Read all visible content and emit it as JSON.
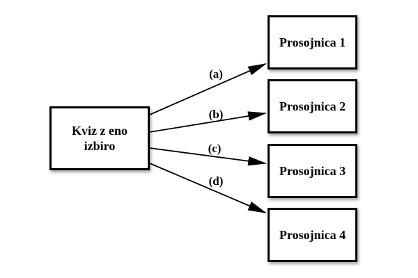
{
  "diagram": {
    "colors": {
      "background": "#ffffff",
      "node_fill": "#ffffff",
      "stroke": "#000000",
      "text": "#000000"
    },
    "source": {
      "label": "Kviz z eno izbiro"
    },
    "targets": [
      {
        "label": "Prosojnica 1"
      },
      {
        "label": "Prosojnica 2"
      },
      {
        "label": "Prosojnica 3"
      },
      {
        "label": "Prosojnica 4"
      }
    ],
    "edges": [
      {
        "label": "(a)",
        "from": "Kviz z eno izbiro",
        "to": "Prosojnica 1"
      },
      {
        "label": "(b)",
        "from": "Kviz z eno izbiro",
        "to": "Prosojnica 2"
      },
      {
        "label": "(c)",
        "from": "Kviz z eno izbiro",
        "to": "Prosojnica 3"
      },
      {
        "label": "(d)",
        "from": "Kviz z eno izbiro",
        "to": "Prosojnica 4"
      }
    ]
  }
}
